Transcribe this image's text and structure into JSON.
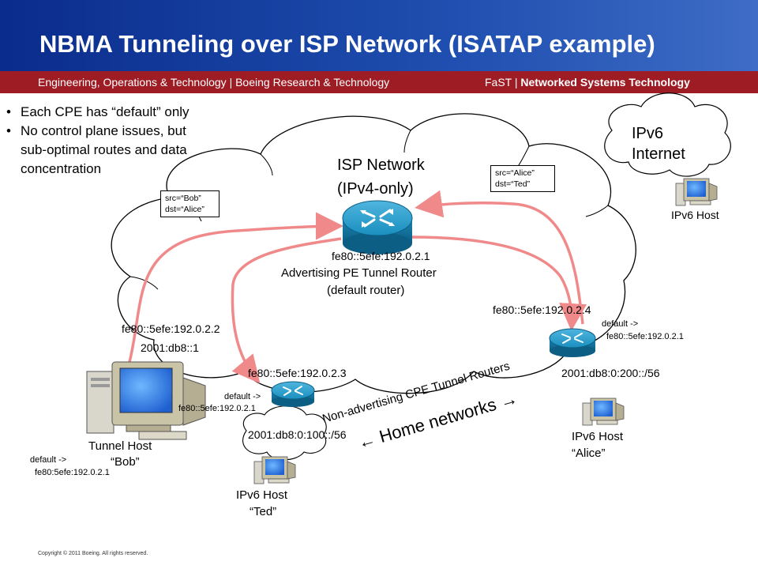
{
  "header": {
    "title": "NBMA Tunneling over ISP Network (ISATAP example)",
    "subtitle_left": "Engineering, Operations & Technology | Boeing Research & Technology",
    "subtitle_right_prefix": "FaST | ",
    "subtitle_right_bold": "Networked Systems Technology"
  },
  "bullets": [
    "Each CPE has “default” only",
    "No control plane issues, but",
    "sub-optimal routes and data",
    "concentration"
  ],
  "clouds": {
    "isp": "ISP Network",
    "isp_sub": "(IPv4-only)",
    "internet_line1": "IPv6",
    "internet_line2": "Internet"
  },
  "pe_router": {
    "address": "fe80::5efe:192.0.2.1",
    "name": "Advertising PE Tunnel Router",
    "role": "(default router)"
  },
  "boxes": {
    "bob_packet_line1": "src=“Bob”",
    "bob_packet_line2": "dst=“Alice”",
    "alice_packet_line1": "src=“Alice”",
    "alice_packet_line2": "dst=“Ted”"
  },
  "bob": {
    "address": "fe80::5efe:192.0.2.2",
    "prefix": "2001:db8::1",
    "name_line1": "Tunnel Host",
    "name_line2": "“Bob”",
    "default_line1": "default ->",
    "default_line2": "fe80:5efe:192.0.2.1"
  },
  "ted_router": {
    "address": "fe80::5efe:192.0.2.3",
    "default_line1": "default ->",
    "default_line2": "fe80::5efe:192.0.2.1",
    "prefix": "2001:db8:0:100::/56"
  },
  "alice_router": {
    "address": "fe80::5efe:192.0.2.4",
    "default_line1": "default ->",
    "default_line2": "fe80::5efe:192.0.2.1",
    "prefix": "2001:db8:0:200::/56"
  },
  "hosts": {
    "ipv6_host": "IPv6 Host",
    "alice_line1": "IPv6 Host",
    "alice_line2": "“Alice”",
    "ted_line1": "IPv6 Host",
    "ted_line2": "“Ted”"
  },
  "annotations": {
    "non_advertising": "Non-advertising CPE Tunnel Routers",
    "home_networks": "← Home networks →"
  },
  "footer": {
    "copyright": "Copyright © 2011 Boeing. All rights reserved."
  },
  "colors": {
    "header_blue": "#1f4fb0",
    "subbar_red": "#9e1c24",
    "arrow_pink": "#f08a8a",
    "router_blue": "#1a8fbf"
  }
}
